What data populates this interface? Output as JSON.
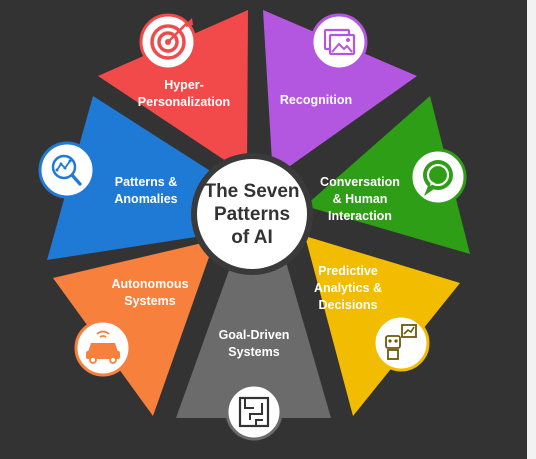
{
  "title": {
    "lines": [
      "The Seven",
      "Patterns",
      "of AI"
    ]
  },
  "patterns": [
    {
      "lines": [
        "Hyper-",
        "Personalization"
      ],
      "icon": "target-icon",
      "color": "#f24a4a"
    },
    {
      "lines": [
        "Recognition"
      ],
      "icon": "image-gallery-icon",
      "color": "#b457e0"
    },
    {
      "lines": [
        "Conversation",
        "& Human",
        "Interaction"
      ],
      "icon": "chat-bubble-icon",
      "color": "#2e9e16"
    },
    {
      "lines": [
        "Predictive",
        "Analytics &",
        "Decisions"
      ],
      "icon": "robot-chart-icon",
      "color": "#f2bc00"
    },
    {
      "lines": [
        "Goal-Driven",
        "Systems"
      ],
      "icon": "maze-icon",
      "color": "#6b6b6b"
    },
    {
      "lines": [
        "Autonomous",
        "Systems"
      ],
      "icon": "autonomous-car-icon",
      "color": "#f7803c"
    },
    {
      "lines": [
        "Patterns &",
        "Anomalies"
      ],
      "icon": "magnifier-graph-icon",
      "color": "#1f7ad6"
    }
  ]
}
